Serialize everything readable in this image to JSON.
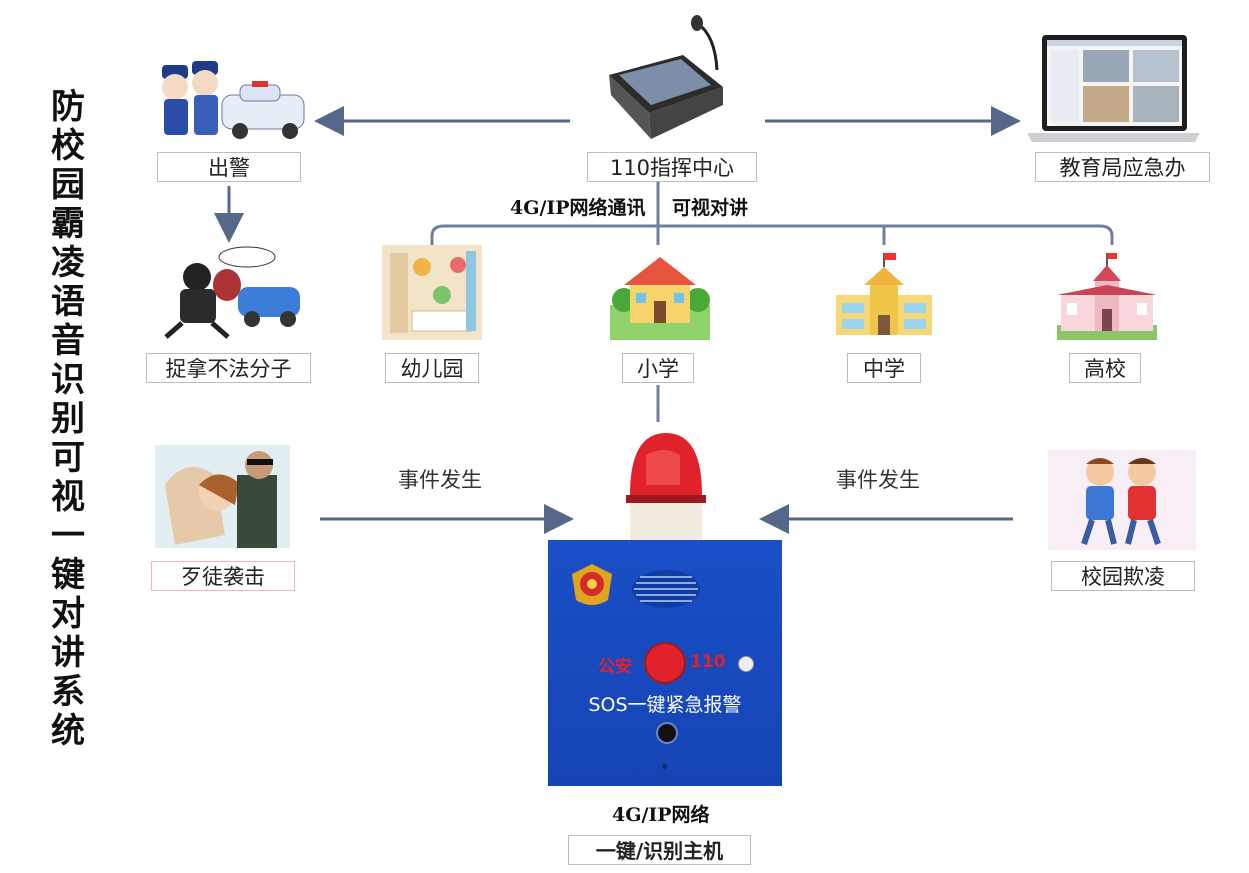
{
  "title": "防校园霸凌语音识别可视一键对讲系统",
  "center": {
    "label": "110指挥中心"
  },
  "police": {
    "label": "出警"
  },
  "education": {
    "label": "教育局应急办"
  },
  "catch": {
    "label": "捉拿不法分子"
  },
  "comm_text": {
    "network": "4G/IP网络通讯",
    "video": "可视对讲"
  },
  "schools": [
    {
      "label": "幼儿园"
    },
    {
      "label": "小学"
    },
    {
      "label": "中学"
    },
    {
      "label": "高校"
    }
  ],
  "event_left": "事件发生",
  "event_right": "事件发生",
  "robber": {
    "label": "歹徒袭击"
  },
  "bully": {
    "label": "校园欺凌"
  },
  "host": {
    "police_text": "公安",
    "number": "110",
    "sos_text": "SOS一键紧急报警",
    "network": "4G/IP网络",
    "label": "一键/识别主机"
  },
  "colors": {
    "arrow": "#56688a",
    "host_blue": "#1a4fc7",
    "alarm_red": "#e0222a"
  }
}
